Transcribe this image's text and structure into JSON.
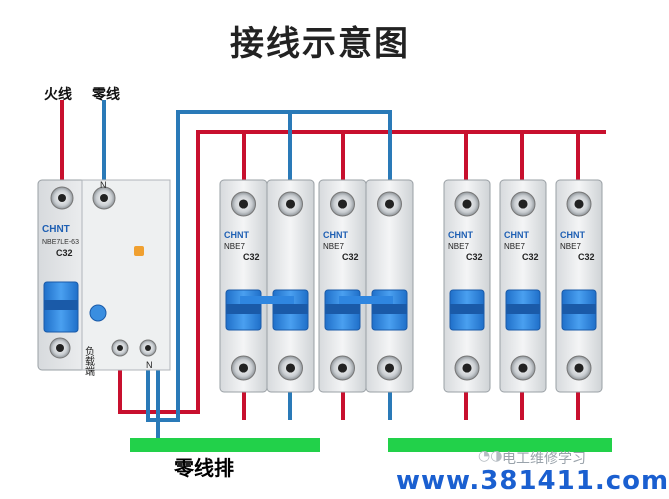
{
  "title": "接线示意图",
  "labels": {
    "live": "火线",
    "neutral": "零线",
    "neutral_bar": "零线排"
  },
  "rcbo": {
    "brand": "CHNT",
    "model": "NBE7LE-63",
    "rating": "C32",
    "terminal_n": "N",
    "load_label": "负载端",
    "bottom_n": "N"
  },
  "breakers_2p": [
    {
      "brand": "CHNT",
      "model": "NBE7",
      "rating": "C32"
    },
    {
      "brand": "CHNT",
      "model": "NBE7",
      "rating": "C32"
    }
  ],
  "breakers_1p": [
    {
      "brand": "CHNT",
      "model": "NBE7",
      "rating": "C32"
    },
    {
      "brand": "CHNT",
      "model": "NBE7",
      "rating": "C32"
    },
    {
      "brand": "CHNT",
      "model": "NBE7",
      "rating": "C32"
    }
  ],
  "watermark": "电工维修学习",
  "footer": "www.381411.com",
  "colors": {
    "live_wire": "#c8102e",
    "neutral_wire": "#2a7ab8",
    "bus_bar": "#22d14a",
    "handle": "#2f86e0",
    "brand": "#1e5fb3"
  }
}
